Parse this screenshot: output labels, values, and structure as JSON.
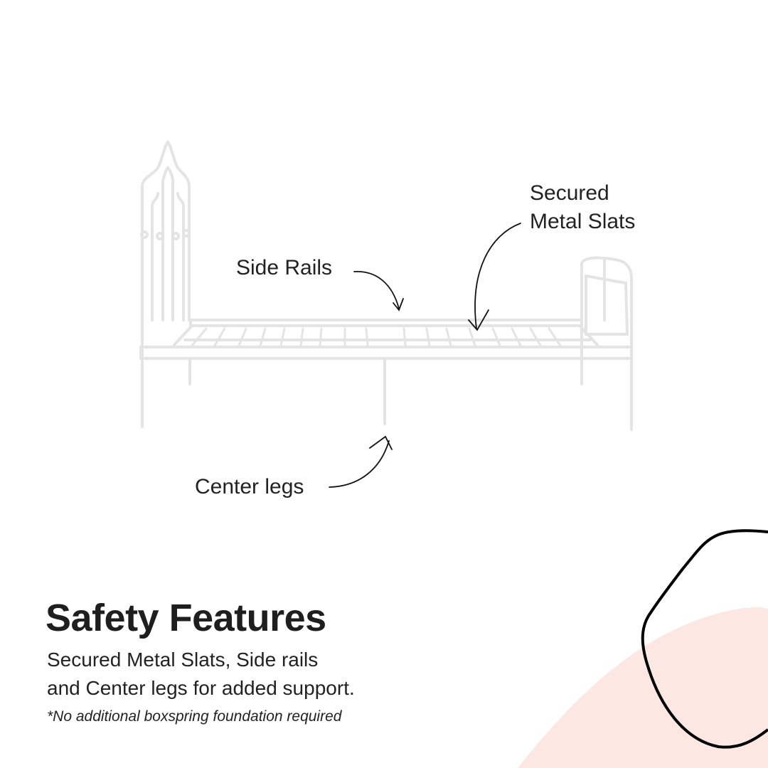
{
  "callouts": {
    "secured_line1": "Secured",
    "secured_line2": "Metal Slats",
    "side_rails": "Side Rails",
    "center_legs": "Center legs"
  },
  "title": "Safety Features",
  "description": [
    "Secured Metal Slats, Side rails",
    "and Center legs for added support."
  ],
  "note": "*No additional boxspring foundation required",
  "colors": {
    "blob_fill": "#fce7e2",
    "outline": "#000000",
    "bed": "#ebebeb"
  }
}
